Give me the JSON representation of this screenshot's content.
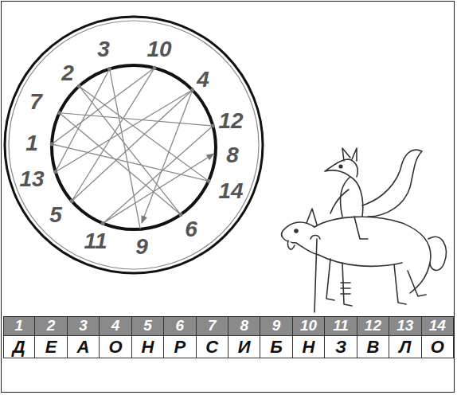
{
  "diagram": {
    "labels": [
      "3",
      "10",
      "2",
      "4",
      "7",
      "12",
      "1",
      "8",
      "13",
      "14",
      "5",
      "6",
      "11",
      "9",
      "1",
      "2",
      "3",
      "4",
      "5",
      "6",
      "7",
      "8",
      "9",
      "10",
      "11",
      "12",
      "13",
      "14",
      "Д",
      "Е",
      "А",
      "О",
      "Н",
      "Р",
      "С",
      "И",
      "Б",
      "Н",
      "З",
      "В",
      "Л",
      "О"
    ]
  }
}
